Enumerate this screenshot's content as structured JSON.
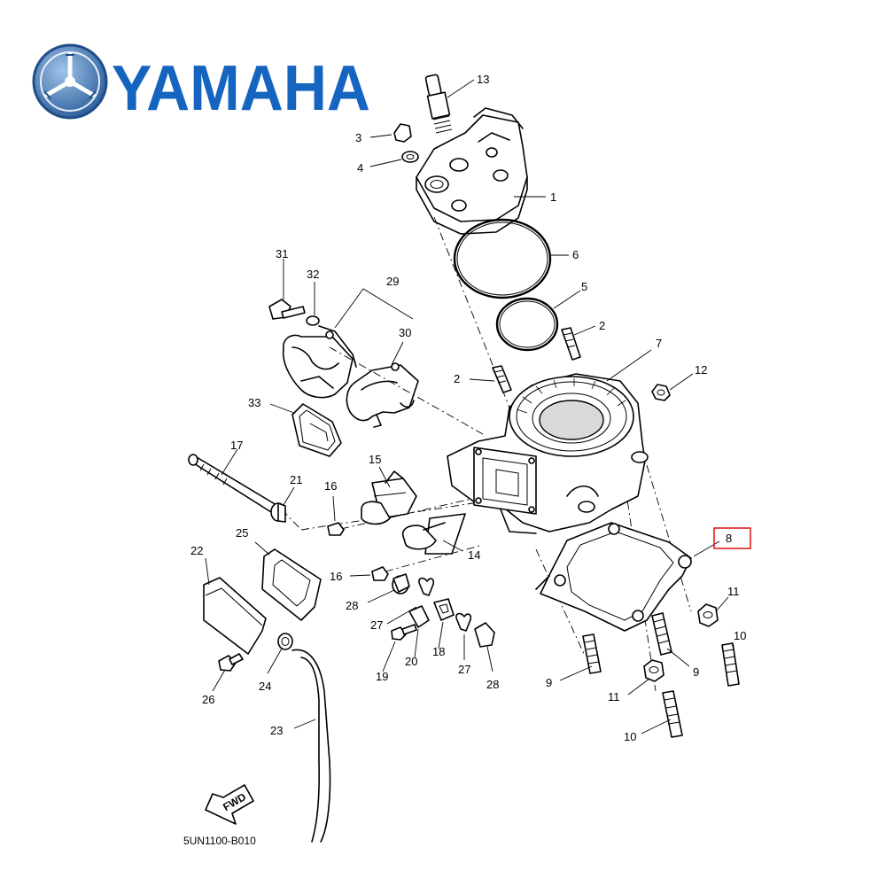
{
  "brand": {
    "name": "YAMAHA",
    "logo_icon": "tuning-fork-emblem-icon",
    "color": "#1565c0"
  },
  "diagram_code": "5UN1100-B010",
  "fwd_label": "FWD",
  "highlight_color": "#e02020",
  "labels": {
    "l1": "1",
    "l2a": "2",
    "l2b": "2",
    "l3": "3",
    "l4": "4",
    "l5": "5",
    "l6": "6",
    "l7": "7",
    "l8": "8",
    "l9a": "9",
    "l9b": "9",
    "l10a": "10",
    "l10b": "10",
    "l11a": "11",
    "l11b": "11",
    "l12": "12",
    "l13": "13",
    "l14": "14",
    "l15": "15",
    "l16a": "16",
    "l16b": "16",
    "l17": "17",
    "l18": "18",
    "l19": "19",
    "l20": "20",
    "l21": "21",
    "l22": "22",
    "l23": "23",
    "l24": "24",
    "l25": "25",
    "l26": "26",
    "l27a": "27",
    "l27b": "27",
    "l28a": "28",
    "l28b": "28",
    "l29": "29",
    "l30": "30",
    "l31": "31",
    "l32": "32",
    "l33": "33"
  }
}
